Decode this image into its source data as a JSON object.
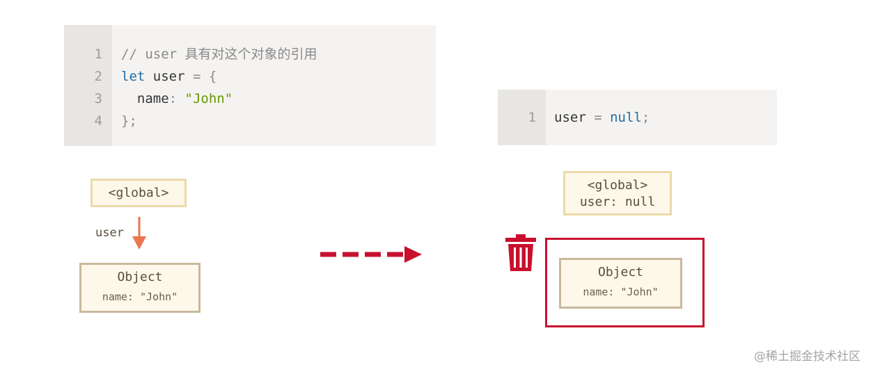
{
  "left_code": {
    "line_numbers": [
      "1",
      "2",
      "3",
      "4"
    ],
    "line1": {
      "comment": "// user 具有对这个对象的引用"
    },
    "line2": {
      "keyword": "let",
      "text": " user ",
      "op": "=",
      "brace": " {"
    },
    "line3": {
      "indent": "  ",
      "key": "name",
      "colon": ": ",
      "string": "\"John\""
    },
    "line4": {
      "text": "};"
    }
  },
  "right_code": {
    "line_numbers": [
      "1"
    ],
    "line1": {
      "text": "user ",
      "op": "=",
      "space": " ",
      "keyword": "null",
      "semi": ";"
    }
  },
  "diagram_left": {
    "global_label": "<global>",
    "reference_label": "user",
    "object_title": "Object",
    "object_prop": "name: \"John\""
  },
  "diagram_right": {
    "global_label": "<global>",
    "global_value": "user: null",
    "object_title": "Object",
    "object_prop": "name: \"John\""
  },
  "colors": {
    "arrow": "#e8764f",
    "transition_arrow": "#c8102e",
    "trash": "#c8102e",
    "frame": "#c8102e"
  },
  "icons": {
    "trash": "trash-can-icon",
    "transition": "dashed-arrow-right-icon",
    "reference": "arrow-down-icon"
  },
  "watermark": "@稀土掘金技术社区"
}
